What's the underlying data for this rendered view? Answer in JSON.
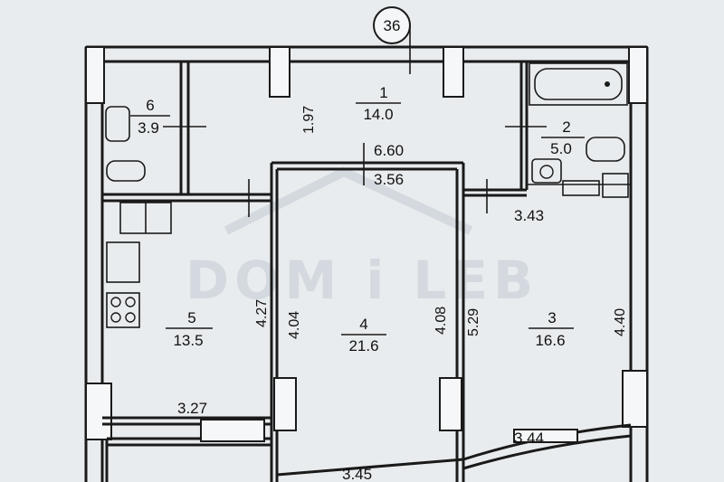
{
  "plan": {
    "apartment_number": "36",
    "watermark": "DOM i LEB",
    "rooms": [
      {
        "id": "1",
        "area": "14.0"
      },
      {
        "id": "2",
        "area": "5.0"
      },
      {
        "id": "3",
        "area": "16.6"
      },
      {
        "id": "4",
        "area": "21.6"
      },
      {
        "id": "5",
        "area": "13.5"
      },
      {
        "id": "6",
        "area": "3.9"
      }
    ],
    "dims": {
      "d197": "1.97",
      "d660": "6.60",
      "d356": "3.56",
      "d343": "3.43",
      "d427": "4.27",
      "d404": "4.04",
      "d408": "4.08",
      "d529": "5.29",
      "d440": "4.40",
      "d327": "3.27",
      "d344": "3.44",
      "d345": "3.45"
    }
  }
}
